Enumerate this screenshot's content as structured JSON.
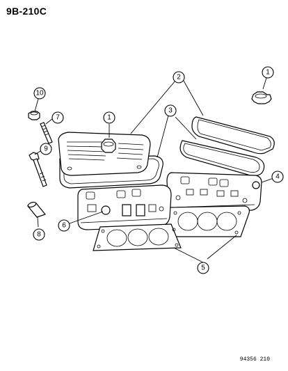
{
  "header": {
    "page_code": "9B-210C"
  },
  "footer": {
    "drawing_id": "94356 210"
  },
  "callouts": [
    "1",
    "1",
    "2",
    "3",
    "4",
    "5",
    "6",
    "7",
    "8",
    "9",
    "10"
  ]
}
